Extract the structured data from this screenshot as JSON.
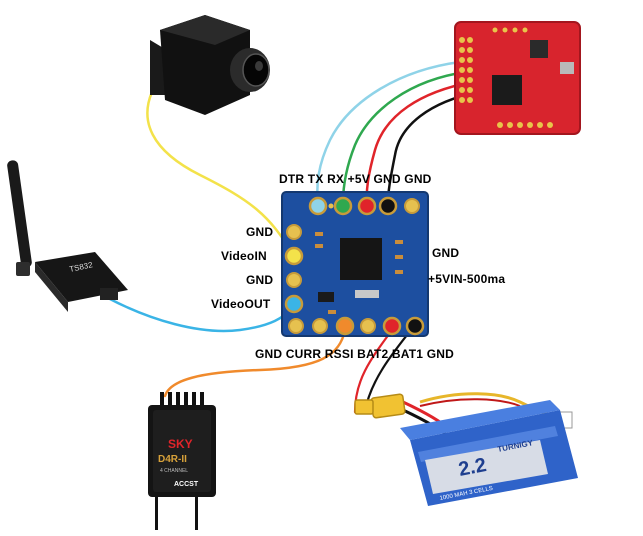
{
  "diagram": {
    "osd_board": {
      "top_pins_label": "DTR TX RX +5V GND GND",
      "left_pins": [
        "GND",
        "VideoIN",
        "GND",
        "VideoOUT"
      ],
      "right_pins": [
        "GND",
        "+5VIN-500ma"
      ],
      "bottom_pins_label": "GND CURR RSSI BAT2 BAT1 GND"
    },
    "transmitter": {
      "label": "TS832"
    },
    "receiver": {
      "brand": "SKY",
      "model": "D4R-II",
      "subtitle": "4 CHANNEL",
      "badge": "ACCST"
    },
    "battery": {
      "capacity": "2.2",
      "brand": "TURNIGY",
      "printed_text": "1000 MAH 3 CELLS"
    },
    "colors": {
      "wire_yellow": "#f3e24a",
      "wire_blue": "#3ab4e6",
      "wire_lightblue": "#8fd3e8",
      "wire_green": "#2fa84f",
      "wire_red": "#e0242a",
      "wire_black": "#111111",
      "wire_orange": "#f08a2c",
      "board_blue": "#1d4fa0",
      "fc_red": "#d8242d"
    }
  }
}
